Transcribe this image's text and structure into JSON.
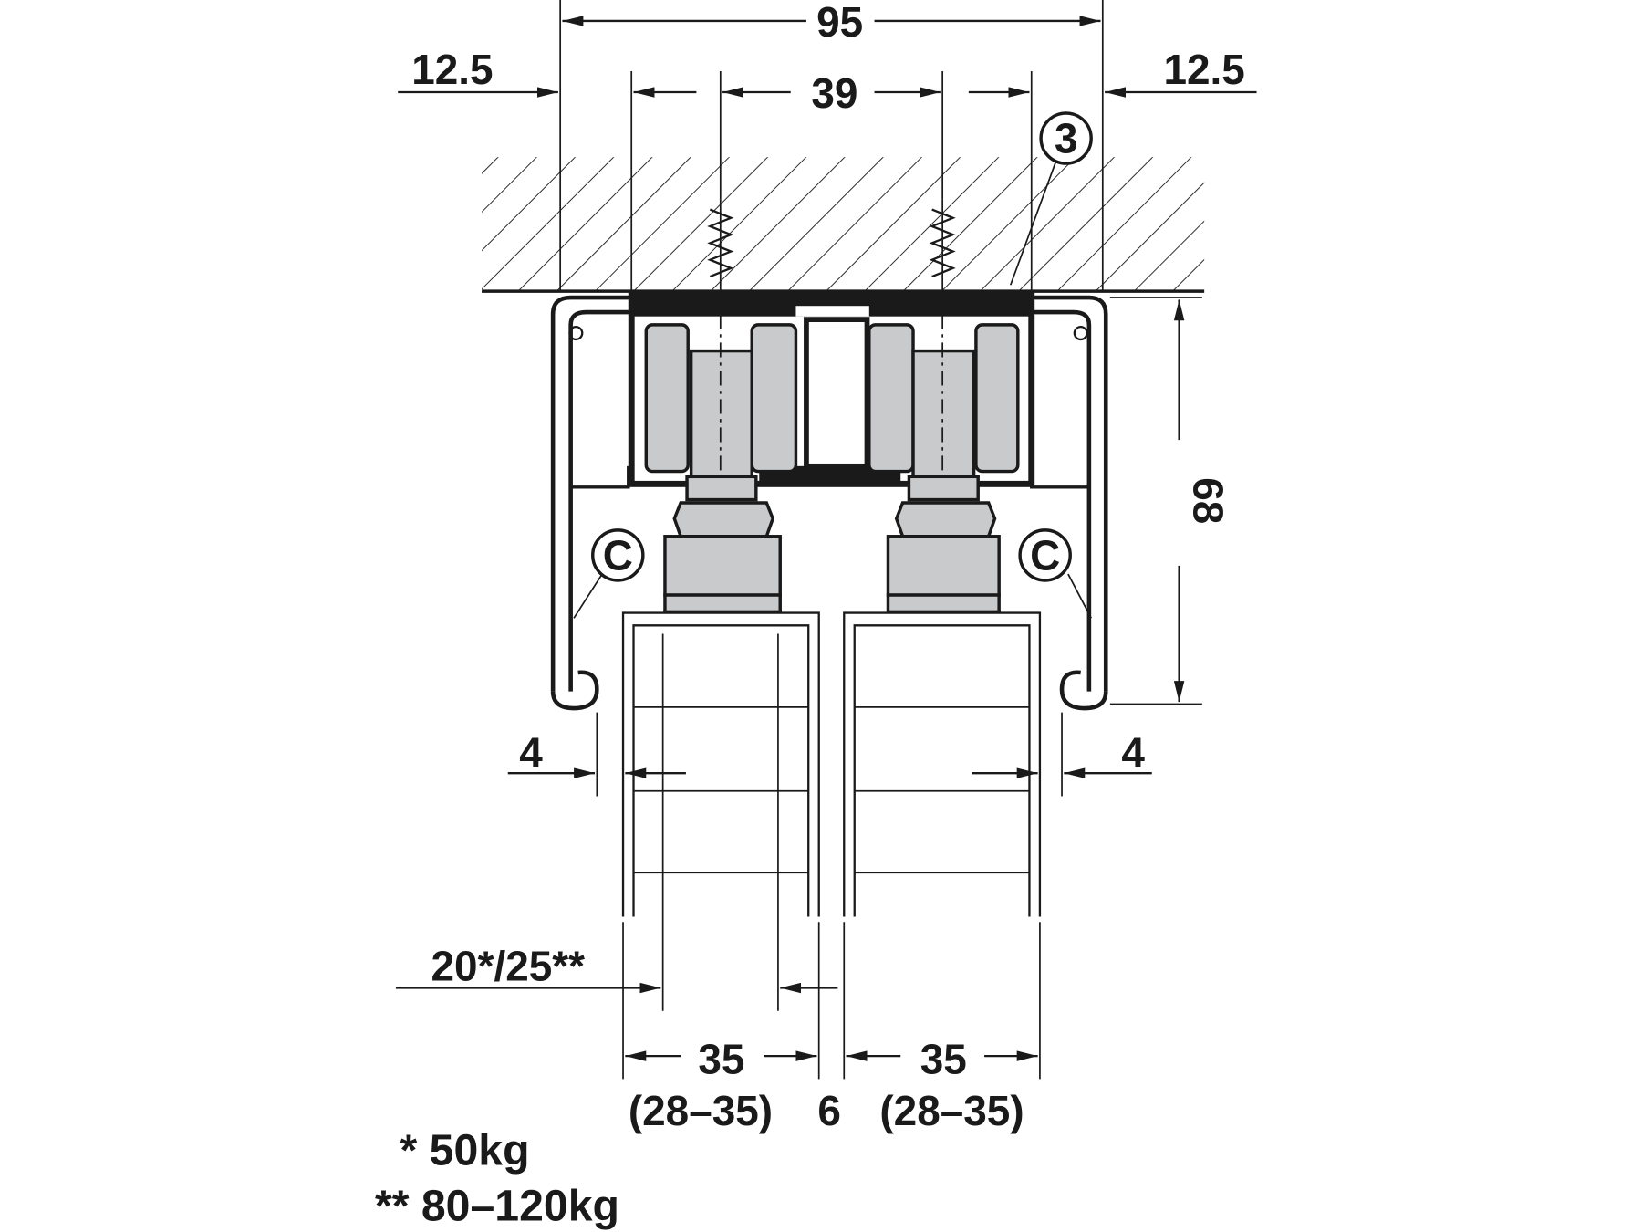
{
  "drawing": {
    "dimensions": {
      "total_width": "95",
      "left_offset": "12.5",
      "right_offset": "12.5",
      "track_spacing": "39",
      "height": "68",
      "left_gap": "4",
      "right_gap": "4",
      "door_thickness": "20*/25**",
      "left_door_width": "35",
      "right_door_width": "35",
      "left_door_range": "(28–35)",
      "right_door_range": "(28–35)",
      "door_gap": "6"
    },
    "callouts": {
      "item_3": "3",
      "left_c": "C",
      "right_c": "C"
    },
    "notes": {
      "single_star": "* 50kg",
      "double_star": "** 80–120kg"
    }
  }
}
